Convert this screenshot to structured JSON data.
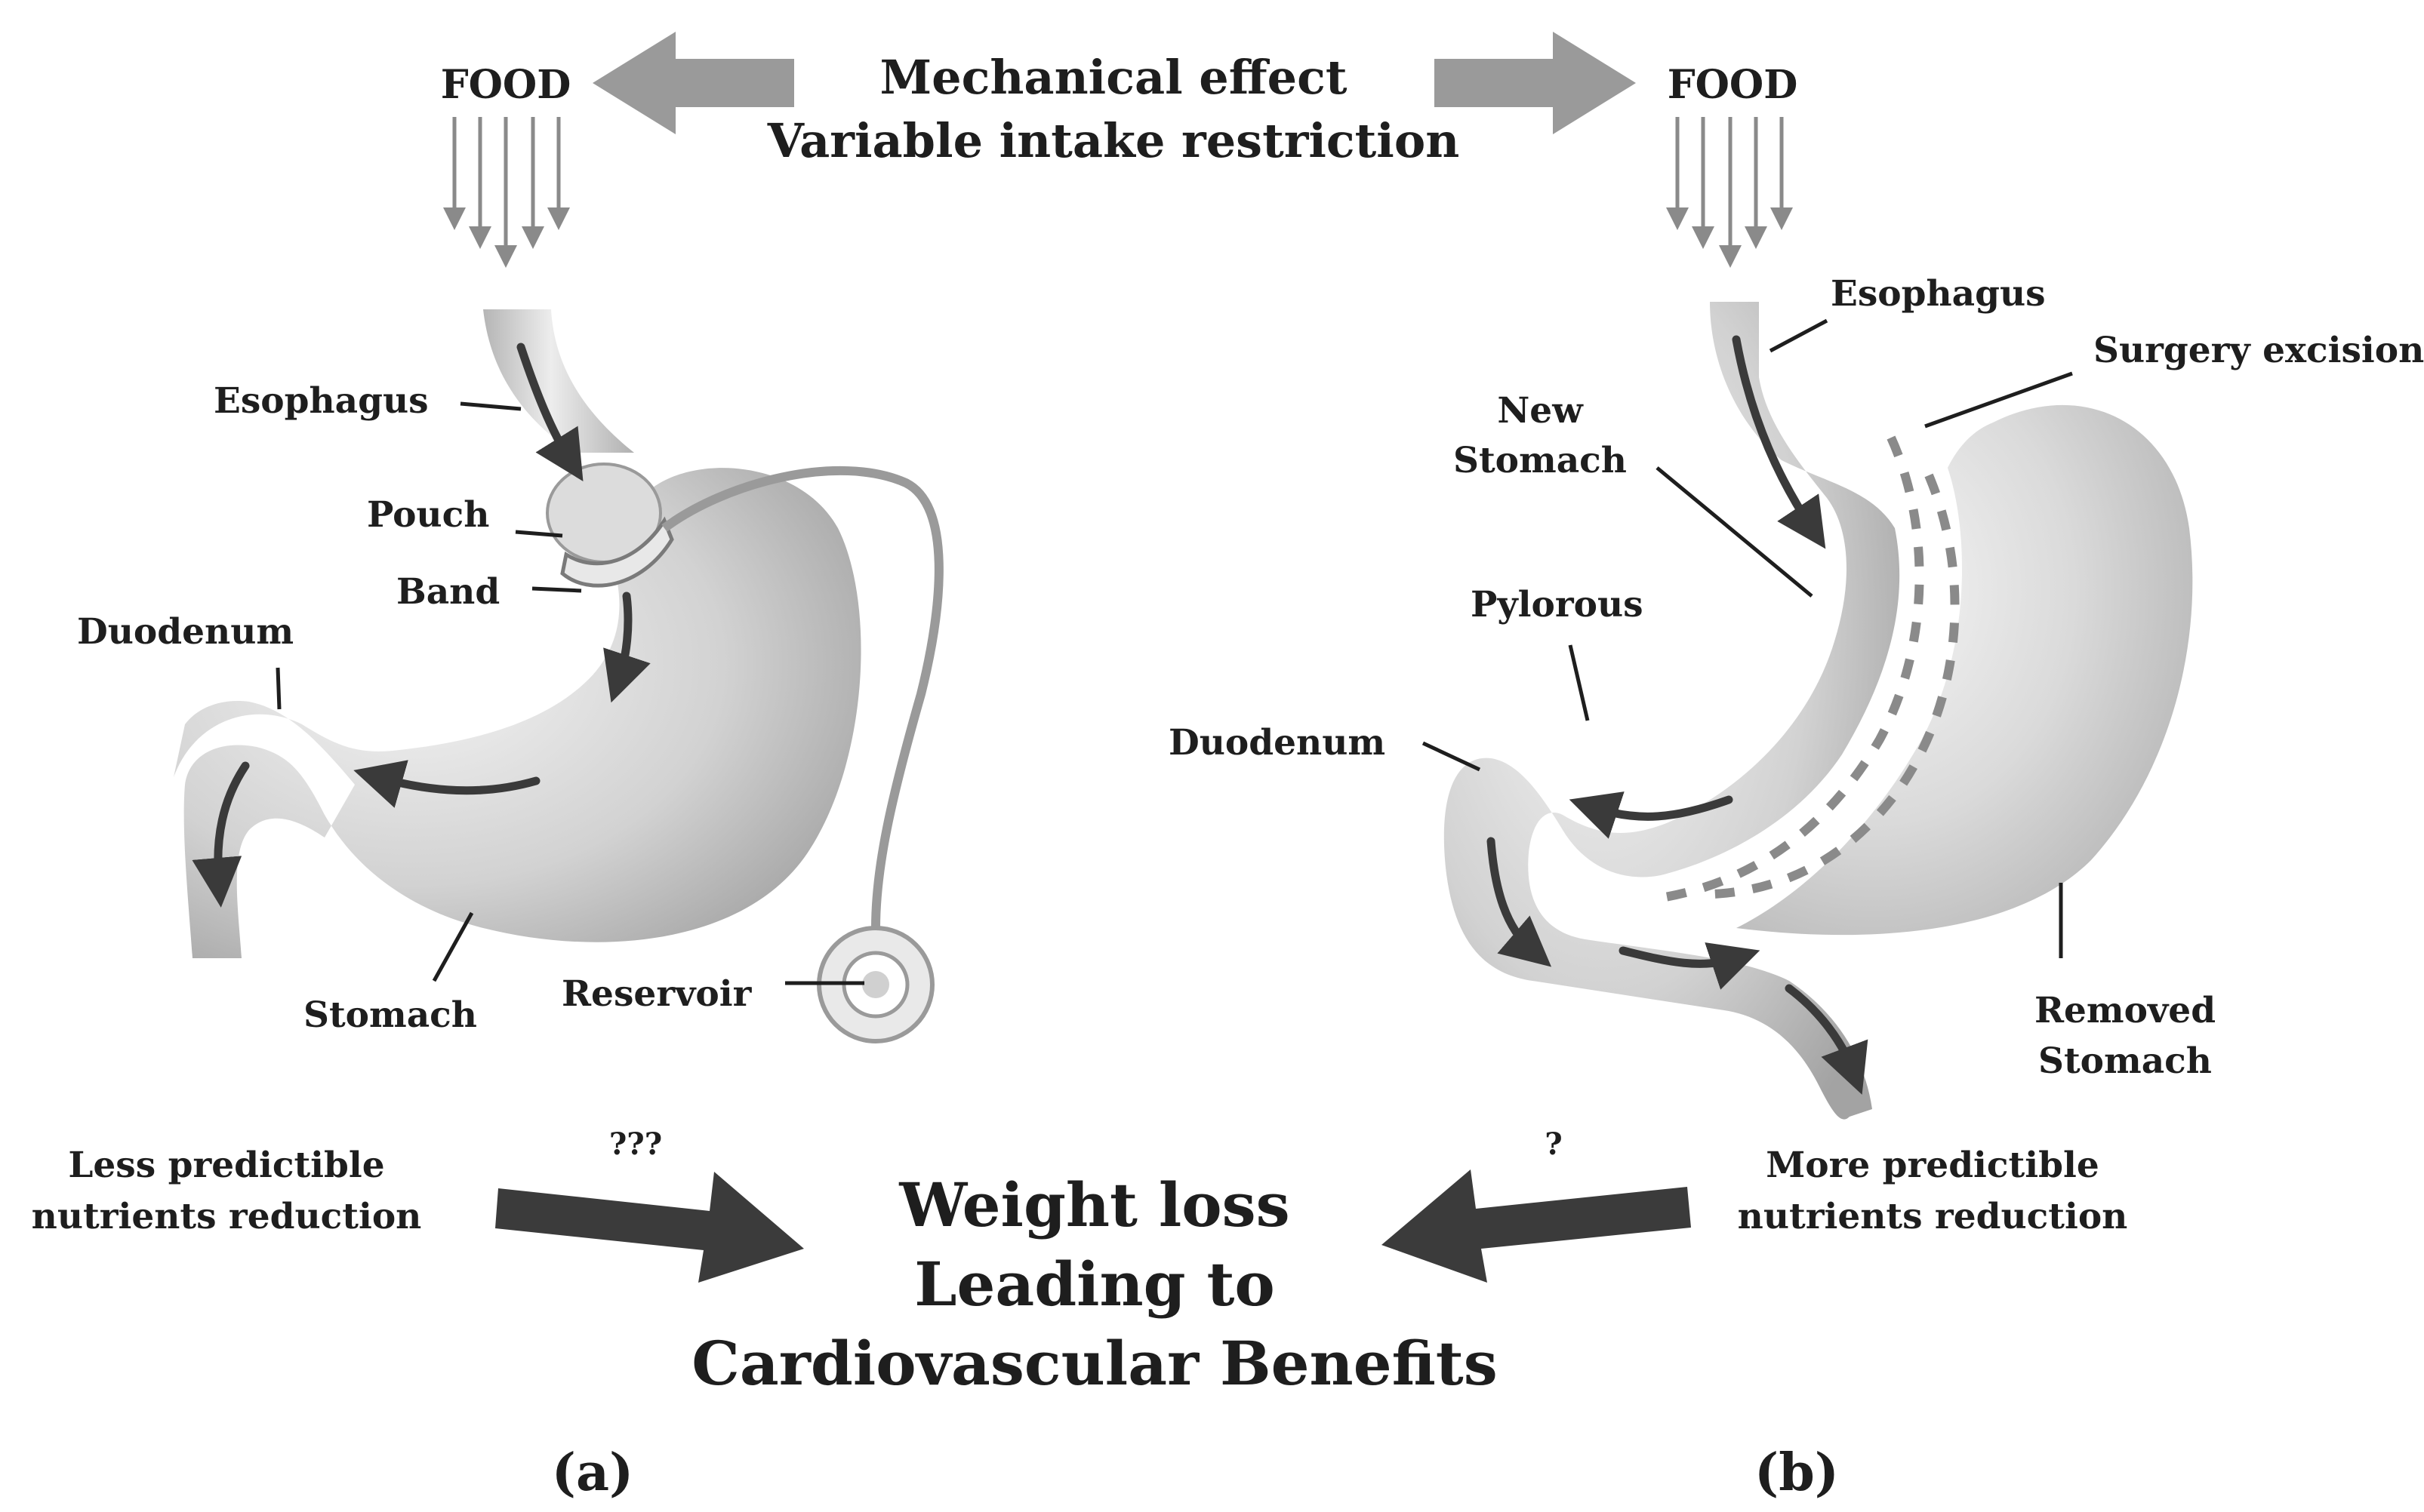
{
  "header": {
    "line1": "Mechanical effect",
    "line2": "Variable intake restriction"
  },
  "panel_a": {
    "food": "FOOD",
    "labels": {
      "esophagus": "Esophagus",
      "pouch": "Pouch",
      "band": "Band",
      "duodenum": "Duodenum",
      "stomach": "Stomach",
      "reservoir": "Reservoir"
    },
    "outcome_line1": "Less predictible",
    "outcome_line2": "nutrients reduction",
    "question": "???",
    "caption": "(a)"
  },
  "panel_b": {
    "food": "FOOD",
    "labels": {
      "esophagus": "Esophagus",
      "surgery_excision": "Surgery excision",
      "new_stomach_line1": "New",
      "new_stomach_line2": "Stomach",
      "pylorous": "Pylorous",
      "duodenum": "Duodenum",
      "removed_stomach_line1": "Removed",
      "removed_stomach_line2": "Stomach"
    },
    "outcome_line1": "More predictible",
    "outcome_line2": "nutrients reduction",
    "question": "?",
    "caption": "(b)"
  },
  "center": {
    "line1": "Weight loss",
    "line2": "Leading to",
    "line3": "Cardiovascular Benefits"
  },
  "colors": {
    "organ_light": "#f2f2f2",
    "organ_dark": "#a9a9a9",
    "thick_arrow": "#3b3b3b",
    "header_arrow": "#9a9a9a"
  }
}
